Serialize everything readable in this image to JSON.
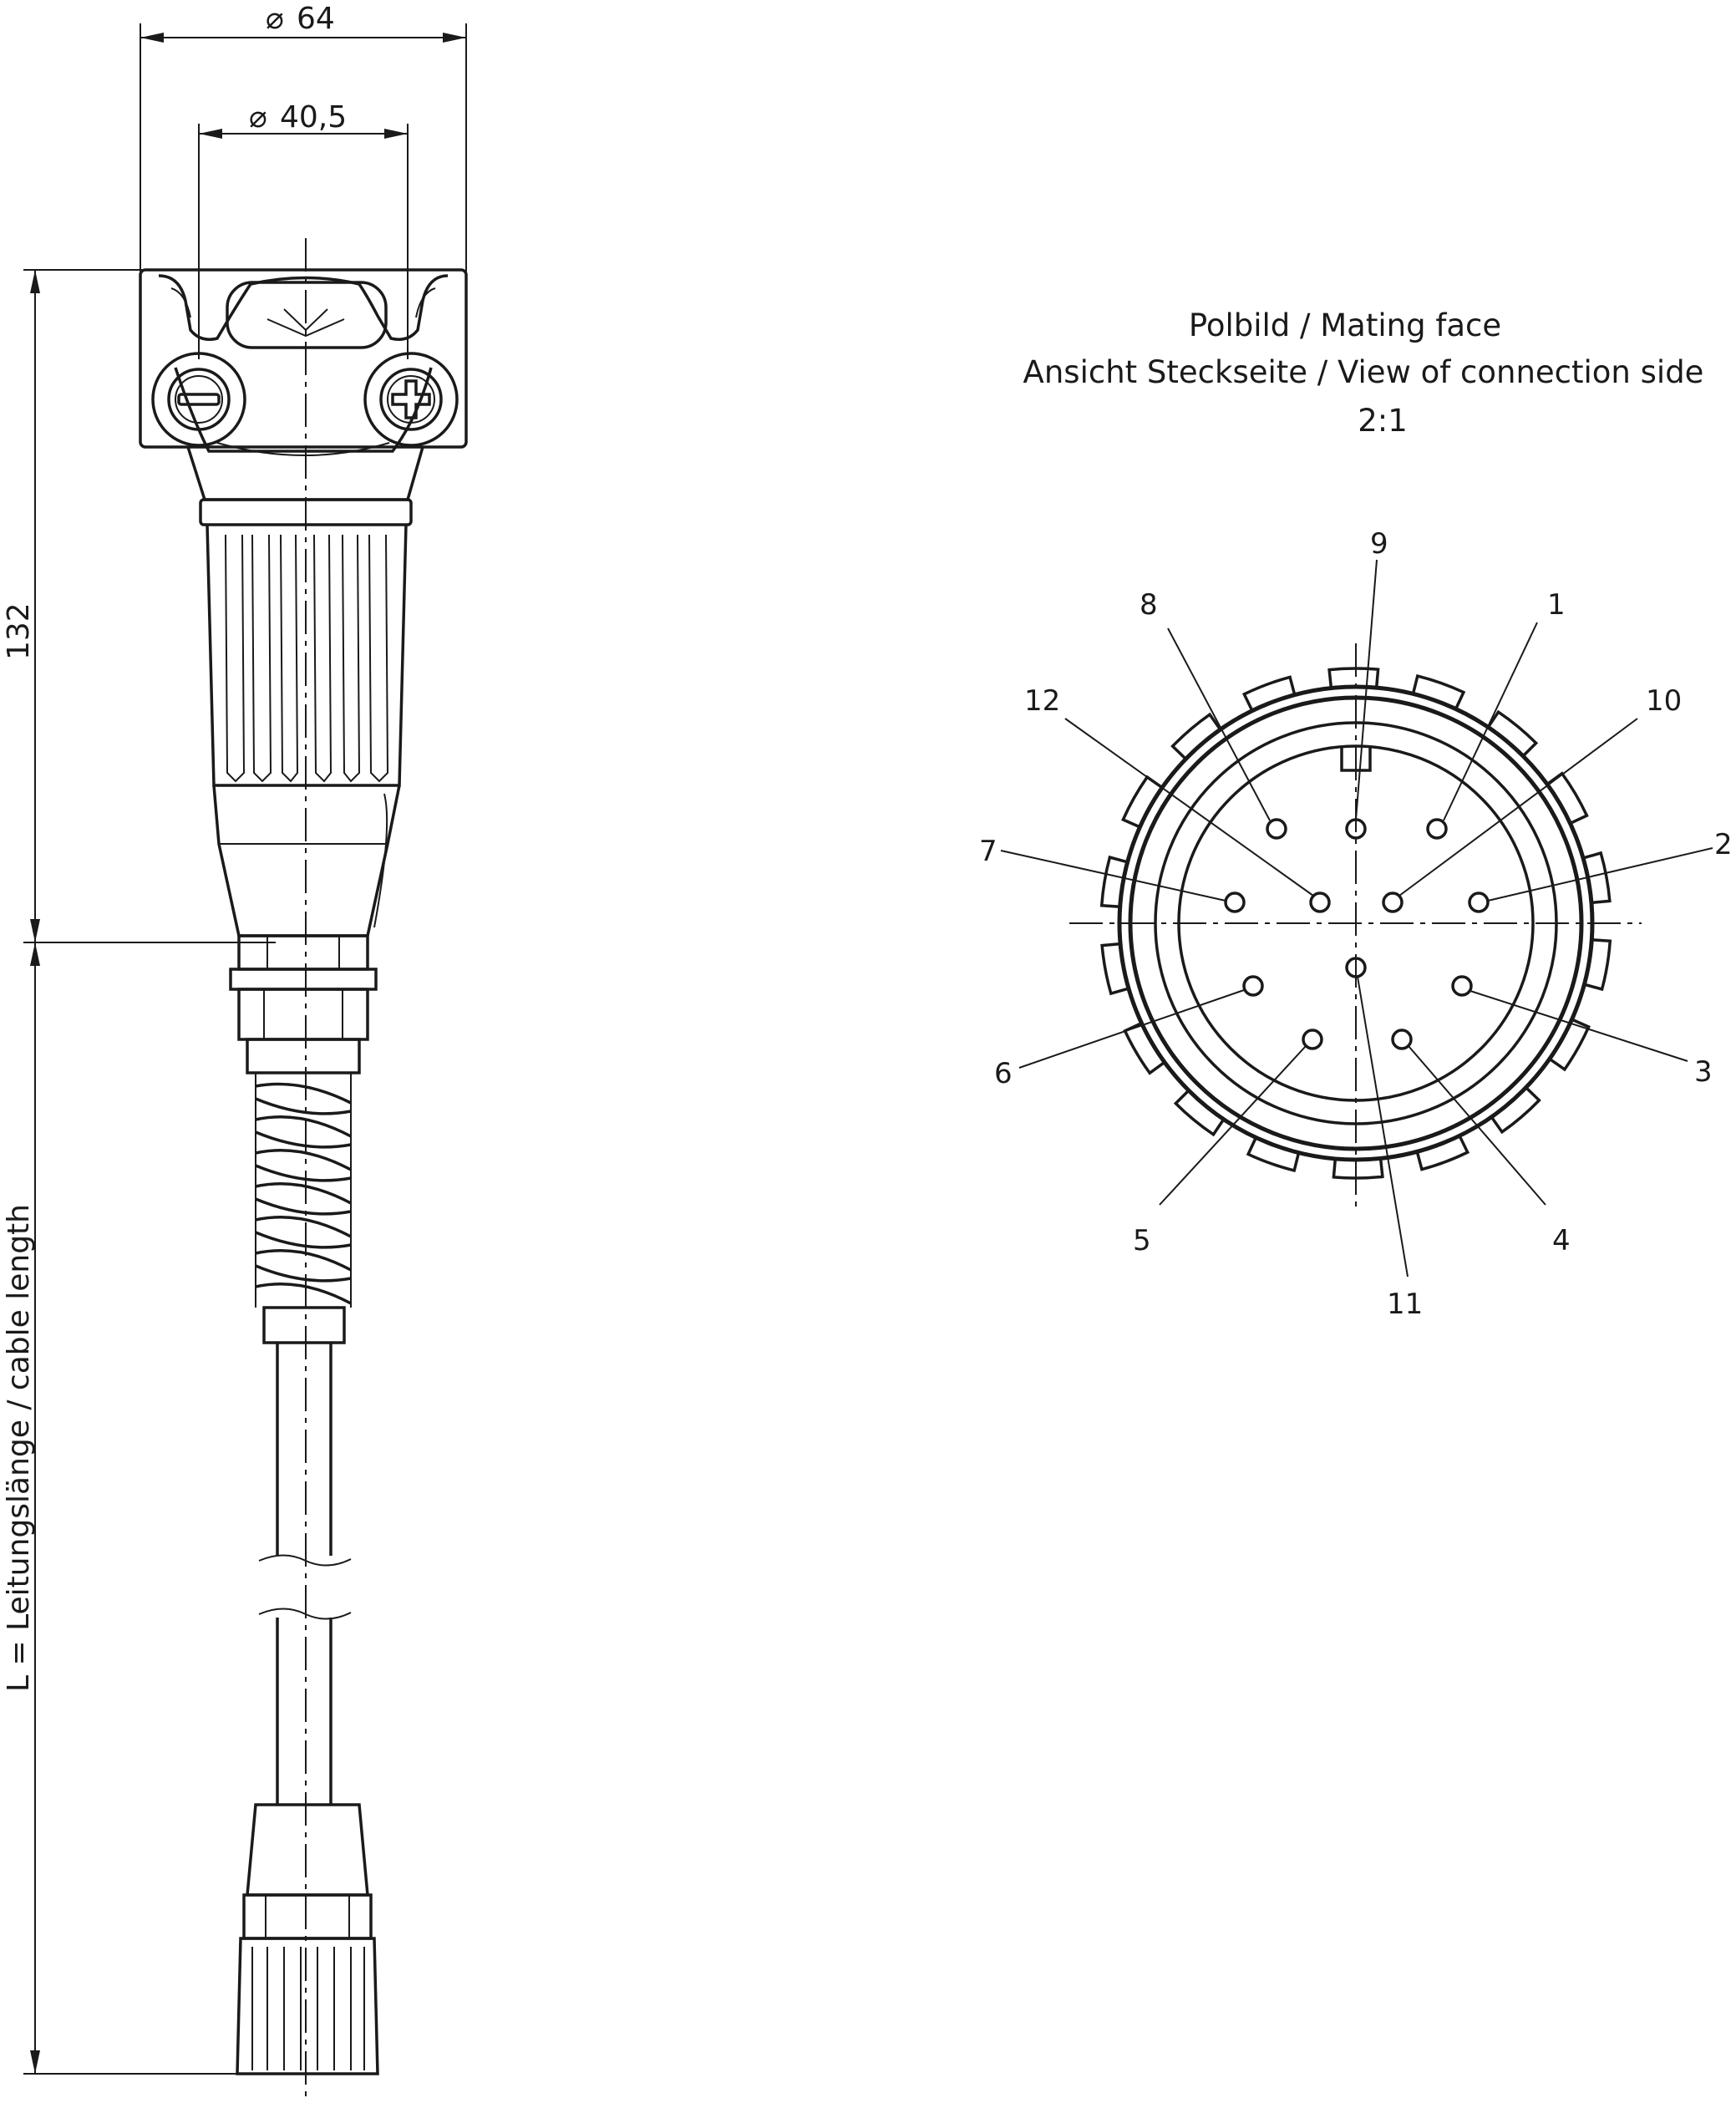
{
  "dimensions": {
    "outer_diameter": "64",
    "inner_diameter": "40,5",
    "housing_height": "132",
    "cable_length": "L = Leitungslänge / cable length"
  },
  "mating_face": {
    "title_line1": "Polbild / Mating face",
    "title_line2": "Ansicht Steckseite / View of connection side",
    "scale": "2:1"
  },
  "pins": [
    {
      "label": "1"
    },
    {
      "label": "2"
    },
    {
      "label": "3"
    },
    {
      "label": "4"
    },
    {
      "label": "5"
    },
    {
      "label": "6"
    },
    {
      "label": "7"
    },
    {
      "label": "8"
    },
    {
      "label": "9"
    },
    {
      "label": "10"
    },
    {
      "label": "11"
    },
    {
      "label": "12"
    }
  ],
  "symbols": {
    "diameter": "⌀",
    "minus_screw_icon": "minus-terminal-icon",
    "plus_screw_icon": "plus-terminal-icon"
  }
}
